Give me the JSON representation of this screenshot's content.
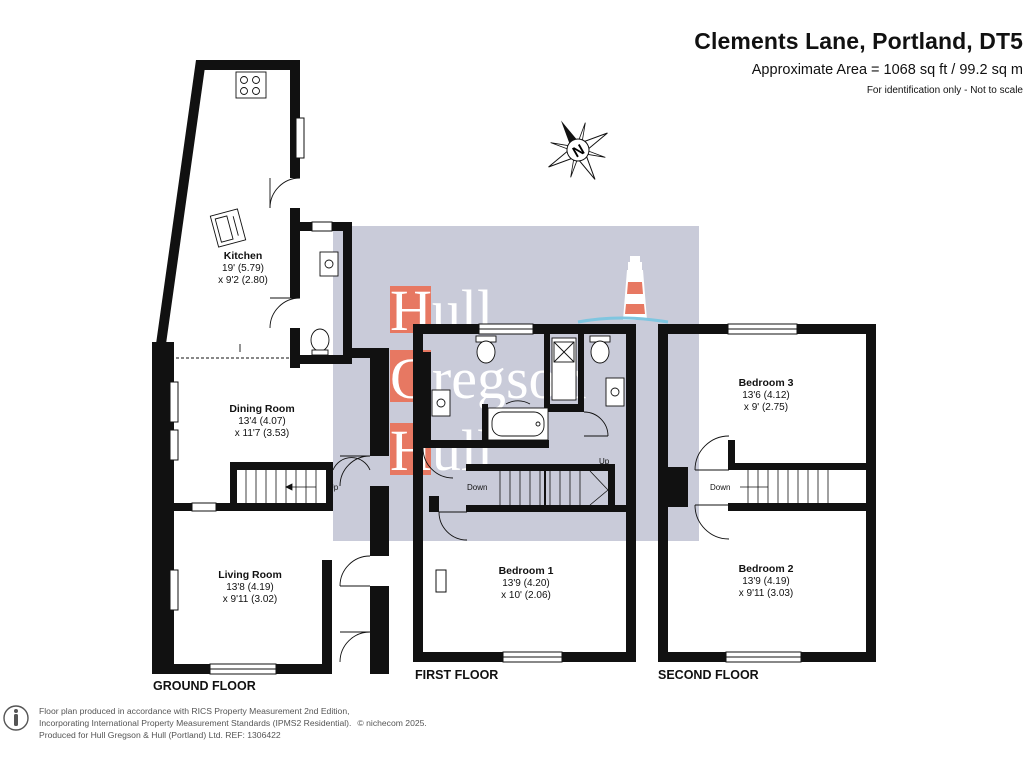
{
  "header": {
    "title": "Clements Lane, Portland, DT5",
    "area": "Approximate Area = 1068 sq ft / 99.2 sq m",
    "note": "For identification only - Not to scale"
  },
  "compass": {
    "label": "N"
  },
  "watermark": {
    "line1": "Hull",
    "line2": "Gregson",
    "line3": "Hull"
  },
  "floors": {
    "ground": {
      "label": "GROUND FLOOR",
      "kitchen": {
        "name": "Kitchen",
        "dim1": "19' (5.79)",
        "dim2": "x 9'2 (2.80)"
      },
      "dining": {
        "name": "Dining Room",
        "dim1": "13'4 (4.07)",
        "dim2": "x 11'7 (3.53)"
      },
      "living": {
        "name": "Living Room",
        "dim1": "13'8 (4.19)",
        "dim2": "x 9'11 (3.02)"
      },
      "stairs": "Up"
    },
    "first": {
      "label": "FIRST FLOOR",
      "bedroom1": {
        "name": "Bedroom 1",
        "dim1": "13'9 (4.20)",
        "dim2": "x 10' (2.06)"
      },
      "stairs_down": "Down",
      "stairs_up": "Up"
    },
    "second": {
      "label": "SECOND FLOOR",
      "bedroom3": {
        "name": "Bedroom 3",
        "dim1": "13'6 (4.12)",
        "dim2": "x 9' (2.75)"
      },
      "bedroom2": {
        "name": "Bedroom 2",
        "dim1": "13'9 (4.19)",
        "dim2": "x 9'11 (3.03)"
      },
      "stairs_down": "Down"
    }
  },
  "footer": {
    "line1": "Floor plan produced in accordance with RICS Property Measurement 2nd Edition,",
    "line2": "Incorporating International Property Measurement Standards (IPMS2 Residential).",
    "copyright": "© nichecom 2025.",
    "line3": "Produced for Hull Gregson & Hull (Portland) Ltd.   REF: 1306422"
  },
  "colors": {
    "wall": "#111111",
    "watermark_bg": "#c9cbd9",
    "watermark_red": "#e77862",
    "footer_text": "#555555"
  }
}
